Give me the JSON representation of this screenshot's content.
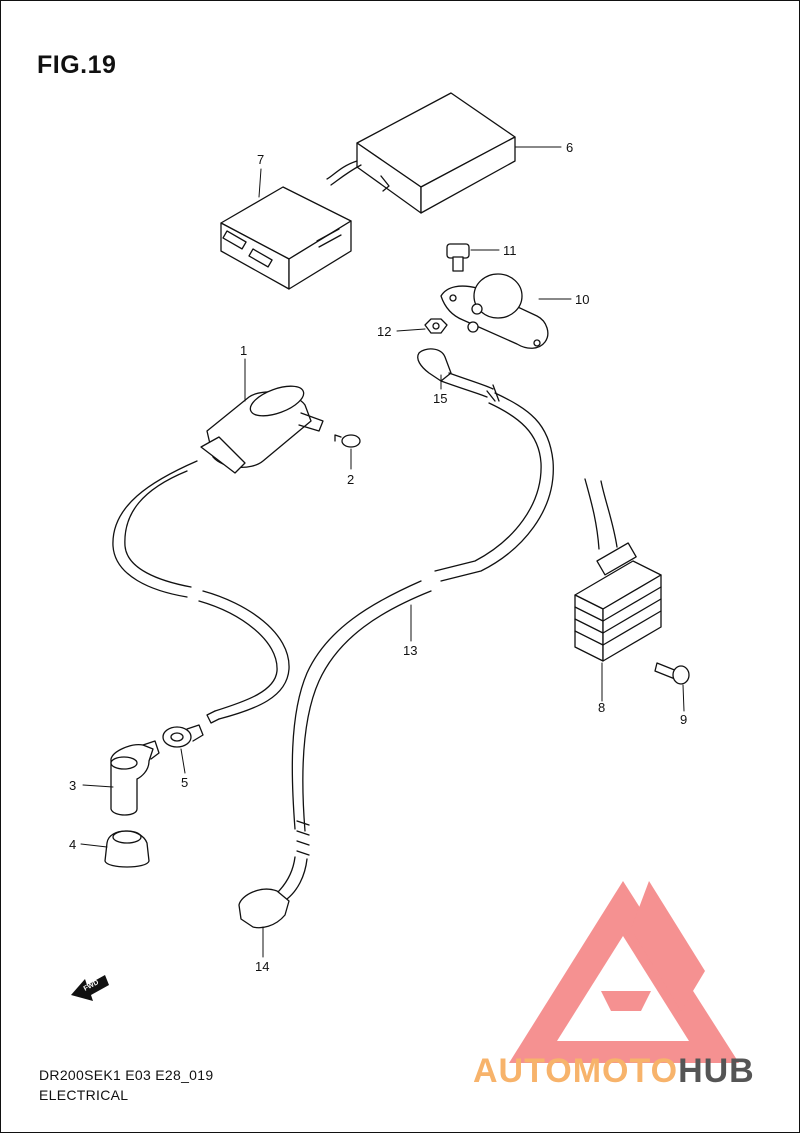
{
  "figure": {
    "title": "FIG.19",
    "model_code": "DR200SEK1 E03 E28_019",
    "section": "ELECTRICAL"
  },
  "parts": [
    {
      "id": "part-1",
      "number": "1"
    },
    {
      "id": "part-2",
      "number": "2"
    },
    {
      "id": "part-3",
      "number": "3"
    },
    {
      "id": "part-4",
      "number": "4"
    },
    {
      "id": "part-5",
      "number": "5"
    },
    {
      "id": "part-6",
      "number": "6"
    },
    {
      "id": "part-7",
      "number": "7"
    },
    {
      "id": "part-8",
      "number": "8"
    },
    {
      "id": "part-9",
      "number": "9"
    },
    {
      "id": "part-10",
      "number": "10"
    },
    {
      "id": "part-11",
      "number": "11"
    },
    {
      "id": "part-12",
      "number": "12"
    },
    {
      "id": "part-13",
      "number": "13"
    },
    {
      "id": "part-14",
      "number": "14"
    },
    {
      "id": "part-15",
      "number": "15"
    }
  ],
  "direction_arrow": {
    "label": "FWD"
  },
  "watermark": {
    "brand_part_1": "AUTOMOTO",
    "brand_part_2": "HUB",
    "colors": {
      "primary": "#f26d6d",
      "secondary": "#f7b36b",
      "dark": "#555555"
    }
  }
}
